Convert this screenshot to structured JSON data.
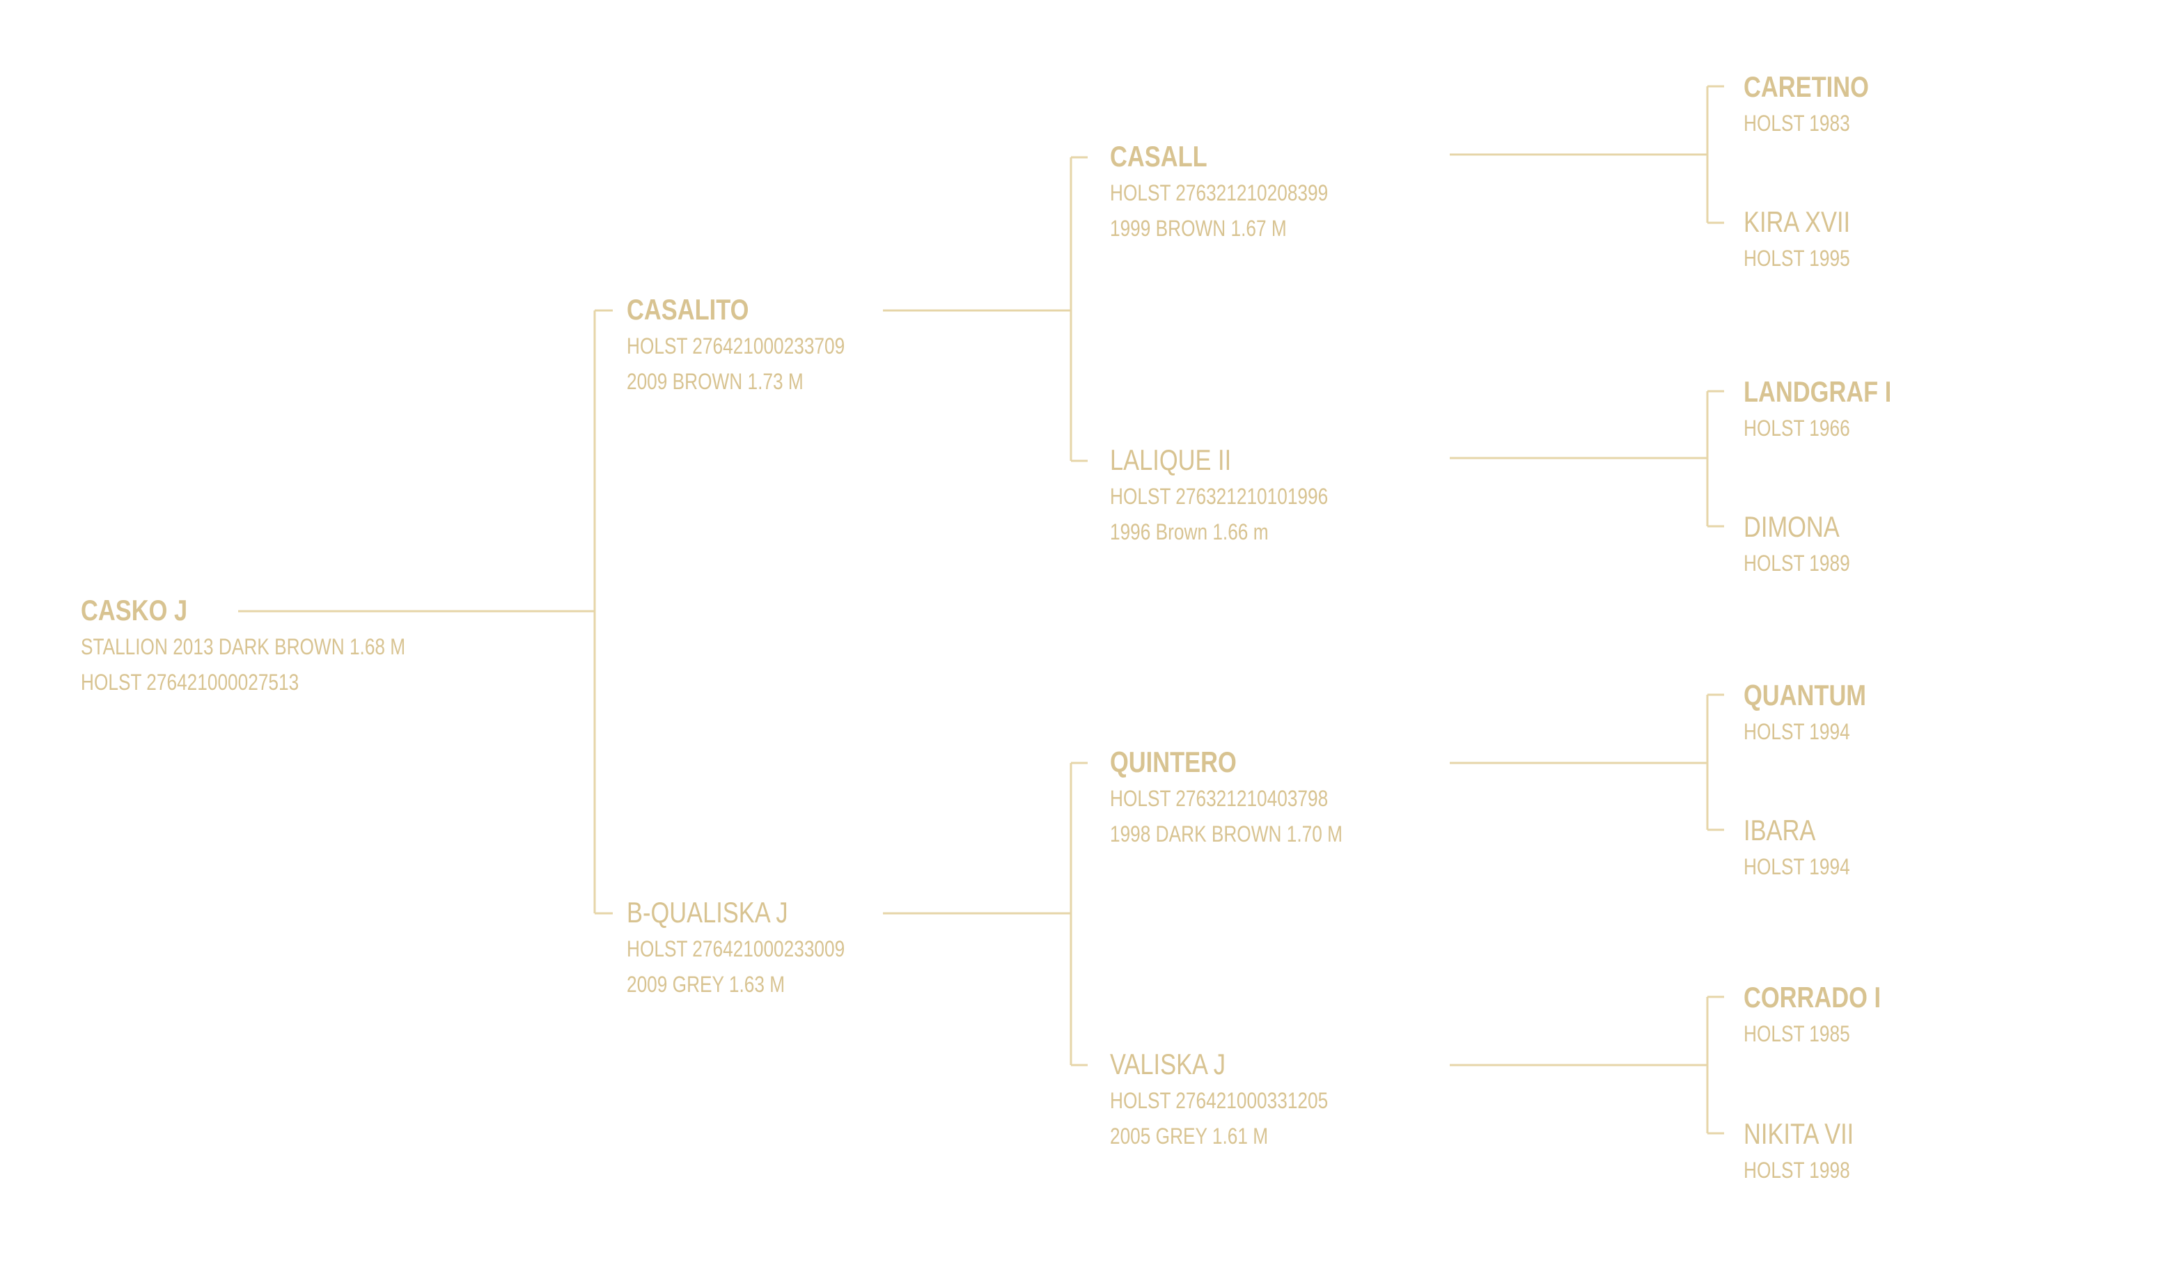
{
  "theme": {
    "line_color": "#e6d5a8",
    "text_color": "#d8c391"
  },
  "subject": {
    "name": "CASKO J",
    "line1": "STALLION 2013 DARK BROWN 1.68 M",
    "line2": "HOLST 276421000027513"
  },
  "sire": {
    "name": "CASALITO",
    "line1": "HOLST 276421000233709",
    "line2": "2009 BROWN 1.73 M"
  },
  "dam": {
    "name": "B-QUALISKA J",
    "line1": "HOLST 276421000233009",
    "line2": "2009 GREY 1.63 M"
  },
  "sire_sire": {
    "name": "CASALL",
    "line1": "HOLST 276321210208399",
    "line2": "1999 BROWN 1.67 M"
  },
  "sire_dam": {
    "name": "LALIQUE II",
    "line1": "HOLST 276321210101996",
    "line2": "1996 Brown 1.66 m"
  },
  "dam_sire": {
    "name": "QUINTERO",
    "line1": "HOLST 276321210403798",
    "line2": "1998 DARK BROWN 1.70 M"
  },
  "dam_dam": {
    "name": "VALISKA J",
    "line1": "HOLST 276421000331205",
    "line2": "2005 GREY 1.61 M"
  },
  "gen3": [
    {
      "name": "CARETINO",
      "line1": "HOLST 1983"
    },
    {
      "name": "KIRA XVII",
      "line1": "HOLST 1995"
    },
    {
      "name": "LANDGRAF I",
      "line1": "HOLST 1966"
    },
    {
      "name": "DIMONA",
      "line1": "HOLST 1989"
    },
    {
      "name": "QUANTUM",
      "line1": "HOLST 1994"
    },
    {
      "name": "IBARA",
      "line1": "HOLST 1994"
    },
    {
      "name": "CORRADO I",
      "line1": "HOLST 1985"
    },
    {
      "name": "NIKITA VII",
      "line1": "HOLST 1998"
    }
  ]
}
